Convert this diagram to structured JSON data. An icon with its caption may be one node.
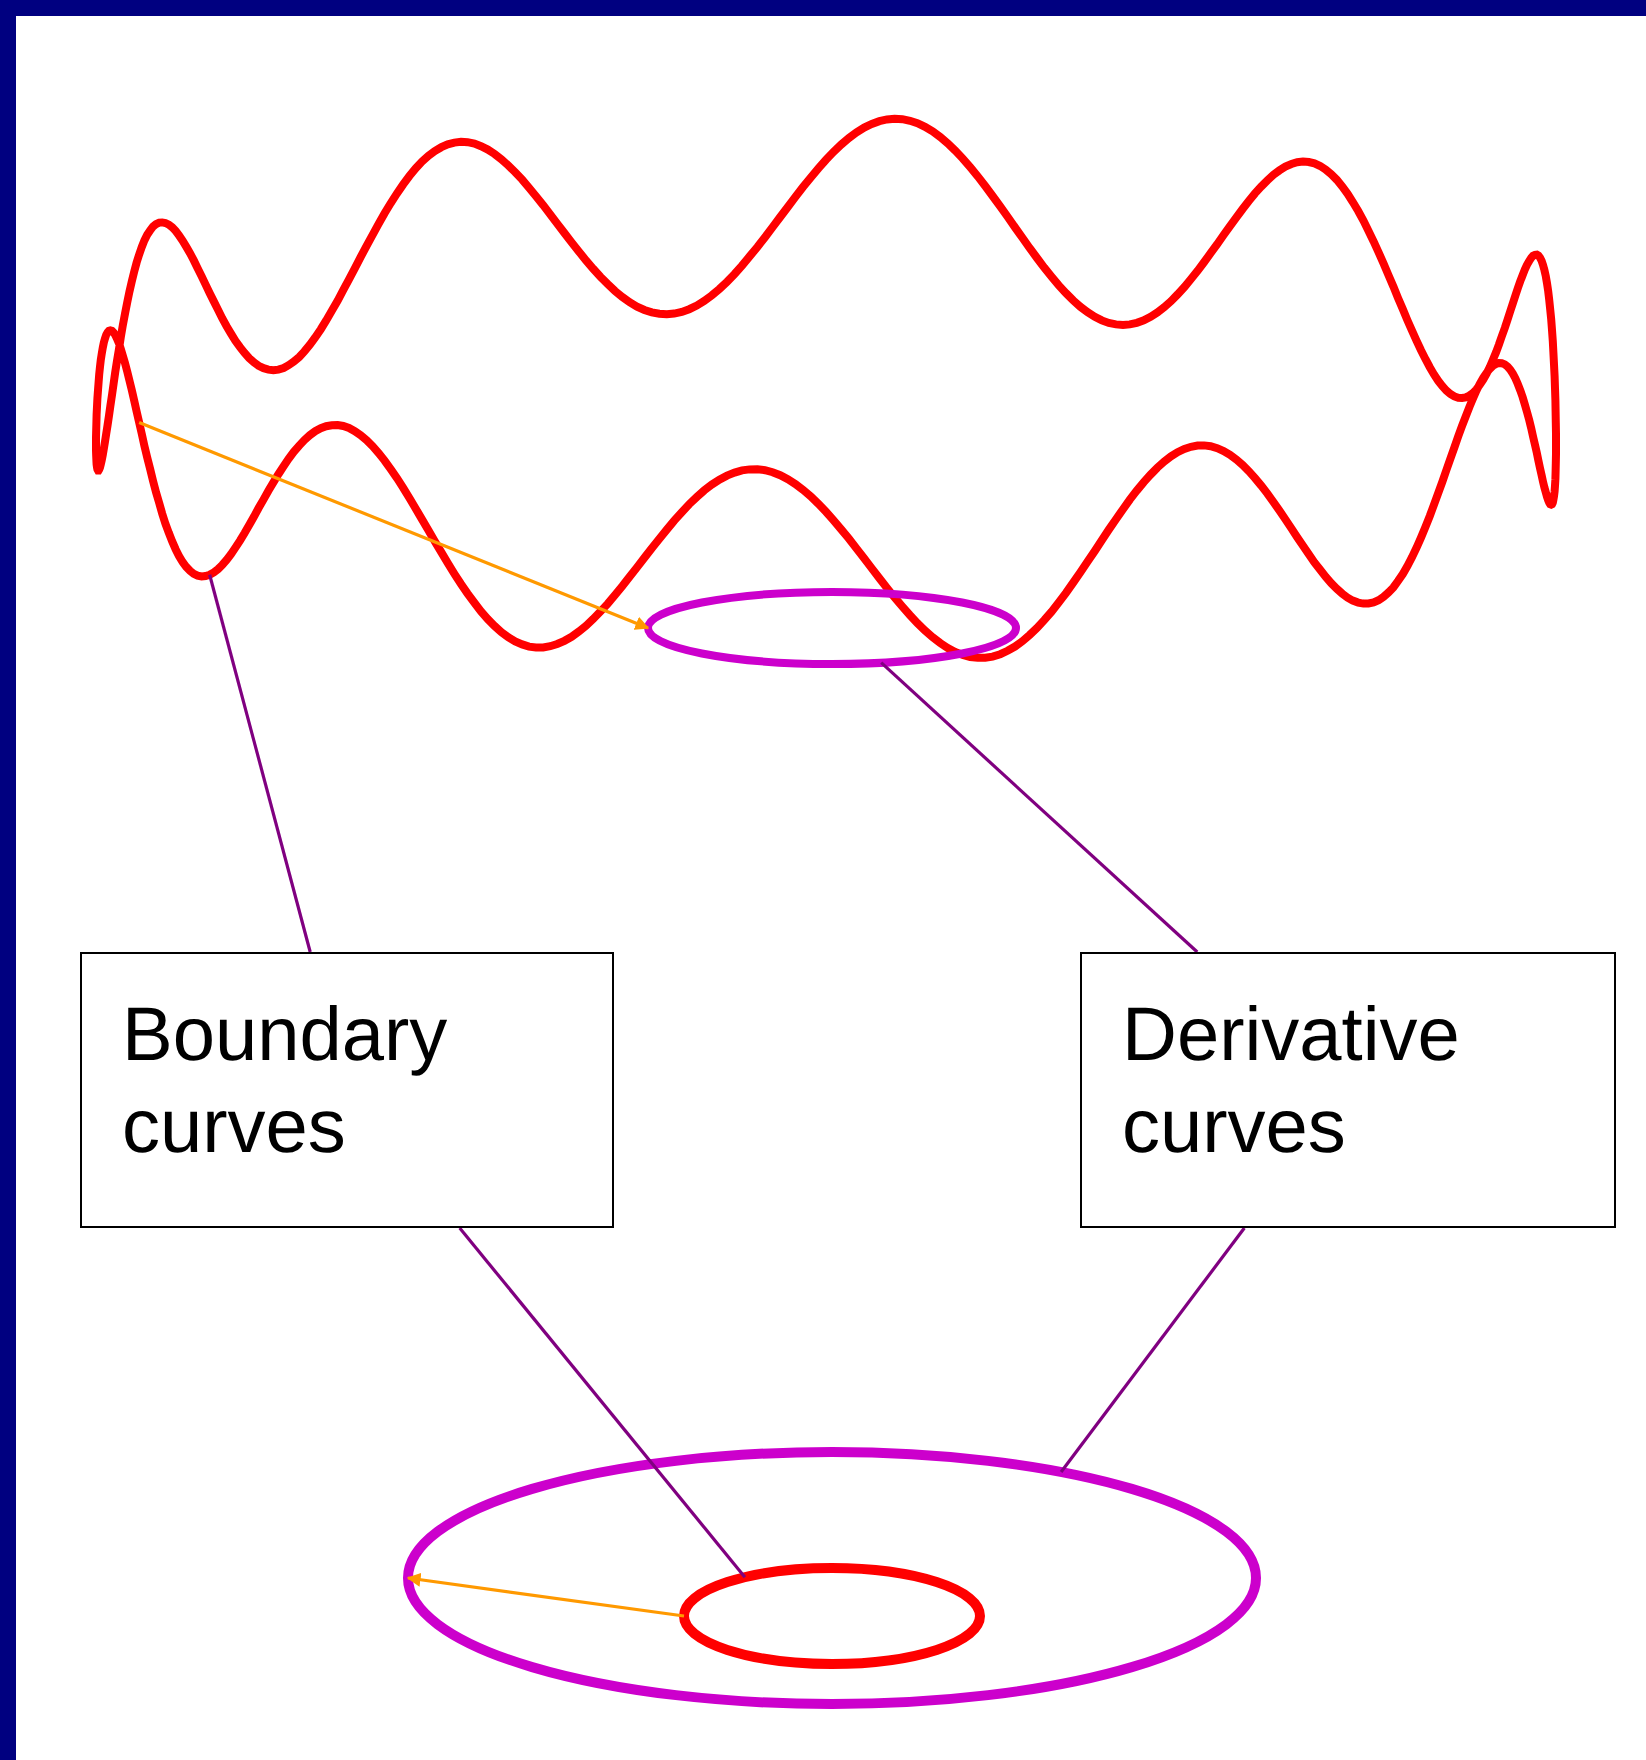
{
  "diagram": {
    "nodes": [
      {
        "text": [
          "Boundary curves"
        ]
      },
      {
        "text": [
          "Derivative curves"
        ]
      },
      {
        "text": [],
        "shape": "picture"
      },
      {
        "text": [],
        "shape": "ellipse"
      },
      {
        "text": [],
        "shape": "ellipse",
        "in": 5
      },
      {
        "text": [],
        "shape": "ellipse"
      }
    ],
    "edges": [
      {
        "from": 0,
        "to": 2,
        "arrow": "none"
      },
      {
        "from": 1,
        "to": 3,
        "arrow": "none"
      },
      {
        "from": 0,
        "to": 4,
        "arrow": "none"
      },
      {
        "from": 1,
        "to": 5,
        "arrow": "none"
      },
      {
        "from": 2,
        "to": 3,
        "arrow": "to",
        "color": "#ff9900"
      },
      {
        "from": 4,
        "to": 5,
        "arrow": "to",
        "color": "#ff9900"
      }
    ]
  }
}
